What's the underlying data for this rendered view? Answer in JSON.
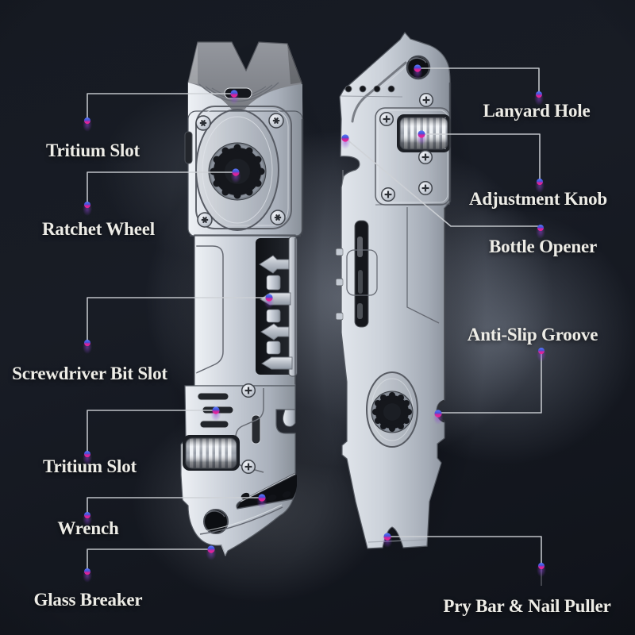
{
  "product_view": {
    "left_tool": "multi-tool front view illustration",
    "right_tool": "multi-tool back view illustration"
  },
  "colors": {
    "background": "#14171e",
    "metal": "#c7cdd6",
    "callout_line": "#ced1d6",
    "label_text": "#edece6",
    "dot_blue": "#4a5ce0",
    "dot_magenta": "#e62298"
  },
  "callouts": {
    "left": [
      {
        "label": "Tritium Slot"
      },
      {
        "label": "Ratchet Wheel"
      },
      {
        "label": "Screwdriver Bit Slot"
      },
      {
        "label": "Tritium Slot"
      },
      {
        "label": "Wrench"
      },
      {
        "label": "Glass Breaker"
      }
    ],
    "right": [
      {
        "label": "Lanyard Hole"
      },
      {
        "label": "Adjustment Knob"
      },
      {
        "label": "Bottle Opener"
      },
      {
        "label": "Anti-Slip Groove"
      },
      {
        "label": "Pry Bar & Nail Puller"
      }
    ]
  }
}
